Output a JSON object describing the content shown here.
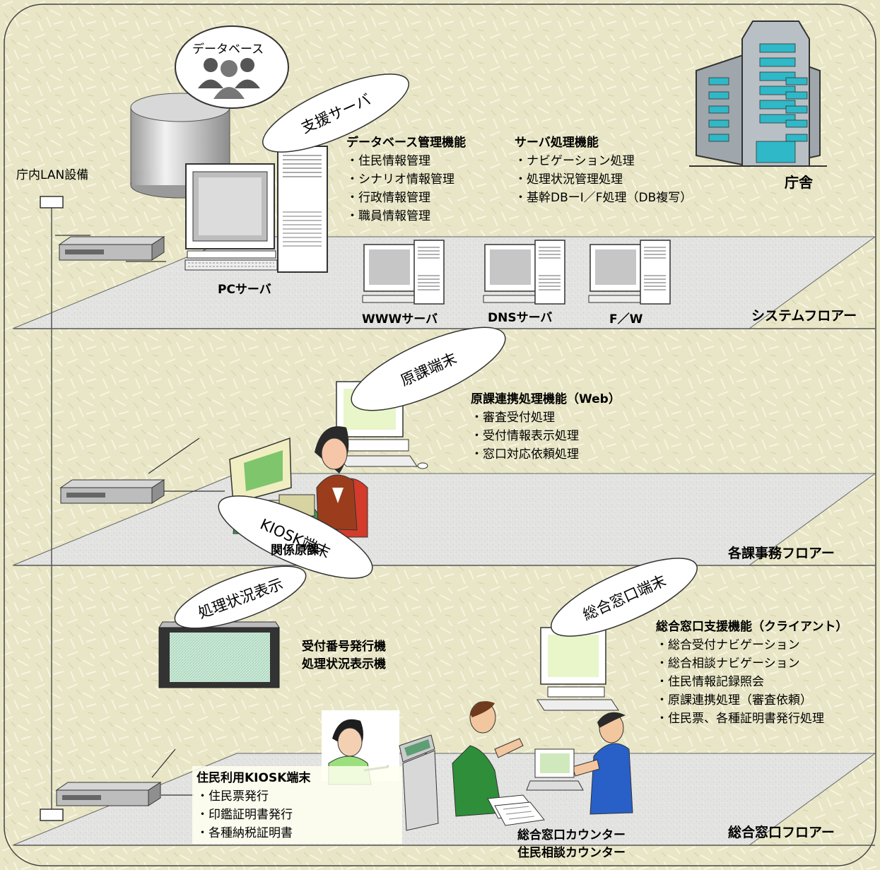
{
  "lan_label": "庁内LAN設備",
  "building": {
    "label": "庁舎"
  },
  "database": {
    "label": "データベース"
  },
  "floors": {
    "system": "システムフロアー",
    "office": "各課事務フロアー",
    "counter": "総合窓口フロアー"
  },
  "bubbles": {
    "support_server": "支援サーバ",
    "dept_terminal": "原課端末",
    "status_display": "処理状況表示",
    "kiosk_terminal": "KIOSK端末",
    "counter_terminal": "総合窓口端末"
  },
  "db_functions": {
    "heading": "データベース管理機能",
    "items": [
      "・住民情報管理",
      "・シナリオ情報管理",
      "・行政情報管理",
      "・職員情報管理"
    ]
  },
  "server_functions": {
    "heading": "サーバ処理機能",
    "items": [
      "・ナビゲーション処理",
      "・処理状況管理処理",
      "・基幹DBーI／F処理（DB複写）"
    ]
  },
  "servers": {
    "pc": "PCサーバ",
    "www": "WWWサーバ",
    "dns": "DNSサーバ",
    "fw": "F／W"
  },
  "dept_functions": {
    "heading": "原課連携処理機能（Web）",
    "items": [
      "・審査受付処理",
      "・受付情報表示処理",
      "・窓口対応依頼処理"
    ]
  },
  "dept_label": "関係原課",
  "ticket_machine": {
    "line1": "受付番号発行機",
    "line2": "処理状況表示機"
  },
  "counter_functions": {
    "heading": "総合窓口支援機能（クライアント）",
    "items": [
      "・総合受付ナビゲーション",
      "・総合相談ナビゲーション",
      "・住民情報記録照会",
      "・原課連携処理（審査依頼）",
      "・住民票、各種証明書発行処理"
    ]
  },
  "kiosk_functions": {
    "heading": "住民利用KIOSK端末",
    "items": [
      "・住民票発行",
      "・印鑑証明書発行",
      "・各種納税証明書"
    ]
  },
  "counter_label": {
    "line1": "総合窓口カウンター",
    "line2": "住民相談カウンター"
  }
}
